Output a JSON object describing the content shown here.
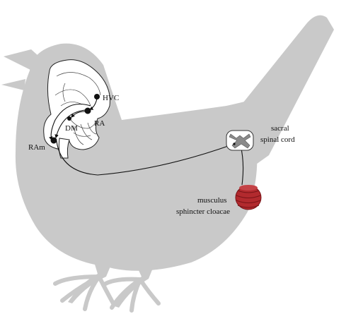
{
  "labels": {
    "hvc": "HVC",
    "ra": "RA",
    "dm": "DM",
    "ram": "RAm",
    "sacral_line1": "sacral",
    "sacral_line2": "spinal cord",
    "muscle_line1": "musculus",
    "muscle_line2": "sphincter  cloacae"
  },
  "colors": {
    "bird_silhouette": "#c9c9c9",
    "brain_fill": "#ffffff",
    "outline": "#222222",
    "nucleus": "#111111",
    "grey_matter": "#8a8a8a",
    "muscle_dark": "#8f1a1e",
    "muscle_mid": "#b22a2e",
    "muscle_light": "#c44246"
  }
}
